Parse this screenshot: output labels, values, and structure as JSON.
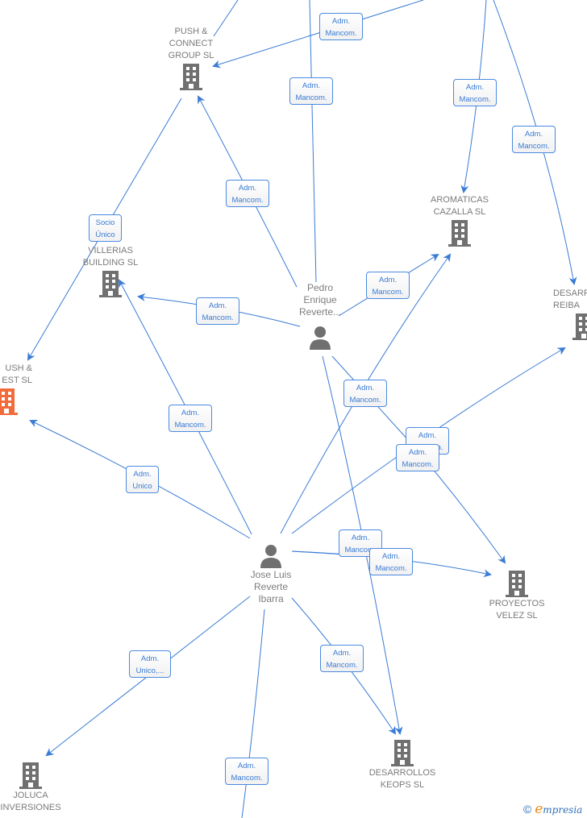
{
  "diagram": {
    "colors": {
      "edge": "#3a7bd5",
      "company": "#707070",
      "focus_company": "#f26b3a",
      "person": "#707070",
      "label_text": "#7a7a7a"
    },
    "companies": [
      {
        "id": "push_connect",
        "label": "PUSH &\nCONNECT\nGROUP  SL"
      },
      {
        "id": "villerias",
        "label": "VILLERIAS\nBUILDING  SL"
      },
      {
        "id": "push_invest",
        "label": "USH &\nEST  SL",
        "highlighted": true
      },
      {
        "id": "aromaticas",
        "label": "AROMATICAS\nCAZALLA  SL"
      },
      {
        "id": "desarr_reiba",
        "label": "DESARR\nREIBA"
      },
      {
        "id": "proyectos_velez",
        "label": "PROYECTOS\nVELEZ  SL"
      },
      {
        "id": "desarrollos_keops",
        "label": "DESARROLLOS\nKEOPS  SL"
      },
      {
        "id": "joluca",
        "label": "JOLUCA\nINVERSIONES"
      }
    ],
    "persons": [
      {
        "id": "pedro",
        "label": "Pedro\nEnrique\nReverte..."
      },
      {
        "id": "jose",
        "label": "Jose Luis\nReverte\nIbarra"
      }
    ],
    "relations": [
      {
        "label": "Adm.\nMancom."
      },
      {
        "label": "Adm.\nMancom."
      },
      {
        "label": "Adm.\nMancom."
      },
      {
        "label": "Adm.\nMancom."
      },
      {
        "label": "Adm.\nMancom."
      },
      {
        "label": "Socio\nÚnico"
      },
      {
        "label": "Adm.\nMancom."
      },
      {
        "label": "Adm.\nMancom."
      },
      {
        "label": "Adm.\nMancom."
      },
      {
        "label": "Adm.\nMancom."
      },
      {
        "label": "Adm.\nMancom."
      },
      {
        "label": "Adm.\nUnico"
      },
      {
        "label": "Adm.\nMancom."
      },
      {
        "label": "Adm.\nMancom."
      },
      {
        "label": "Adm.\nMancom."
      },
      {
        "label": "Adm.\nMancom."
      },
      {
        "label": "Adm.\nUnico,..."
      },
      {
        "label": "Adm.\nMancom."
      },
      {
        "label": "Adm.\nMancom."
      }
    ]
  },
  "footer": {
    "copyright": "©",
    "brand_initial": "e",
    "brand_rest": "mpresia"
  }
}
